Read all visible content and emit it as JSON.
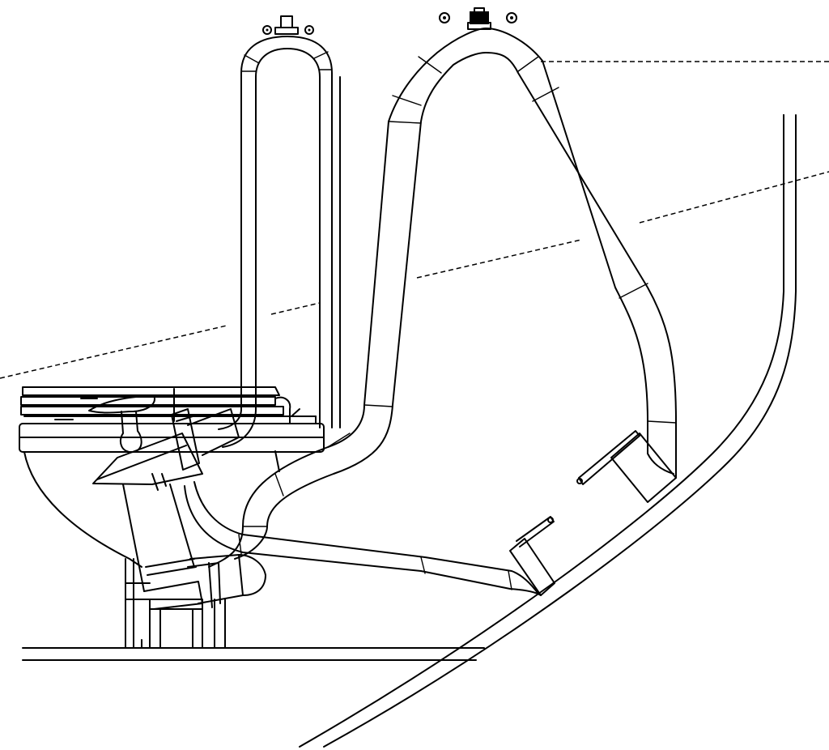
{
  "diagram": {
    "background": "#ffffff",
    "stroke_color": "#000000",
    "components": [
      {
        "name": "marine-toilet"
      },
      {
        "name": "manual-pump"
      },
      {
        "name": "intake-loop-hose"
      },
      {
        "name": "discharge-loop-hose"
      },
      {
        "name": "intake-vented-loop-icon"
      },
      {
        "name": "discharge-vented-loop-icon"
      },
      {
        "name": "intake-seacock"
      },
      {
        "name": "discharge-seacock"
      },
      {
        "name": "hull"
      },
      {
        "name": "bulkhead"
      },
      {
        "name": "cabin-floor"
      },
      {
        "name": "heel-waterline-dashed"
      },
      {
        "name": "static-waterline-dashed"
      }
    ]
  }
}
